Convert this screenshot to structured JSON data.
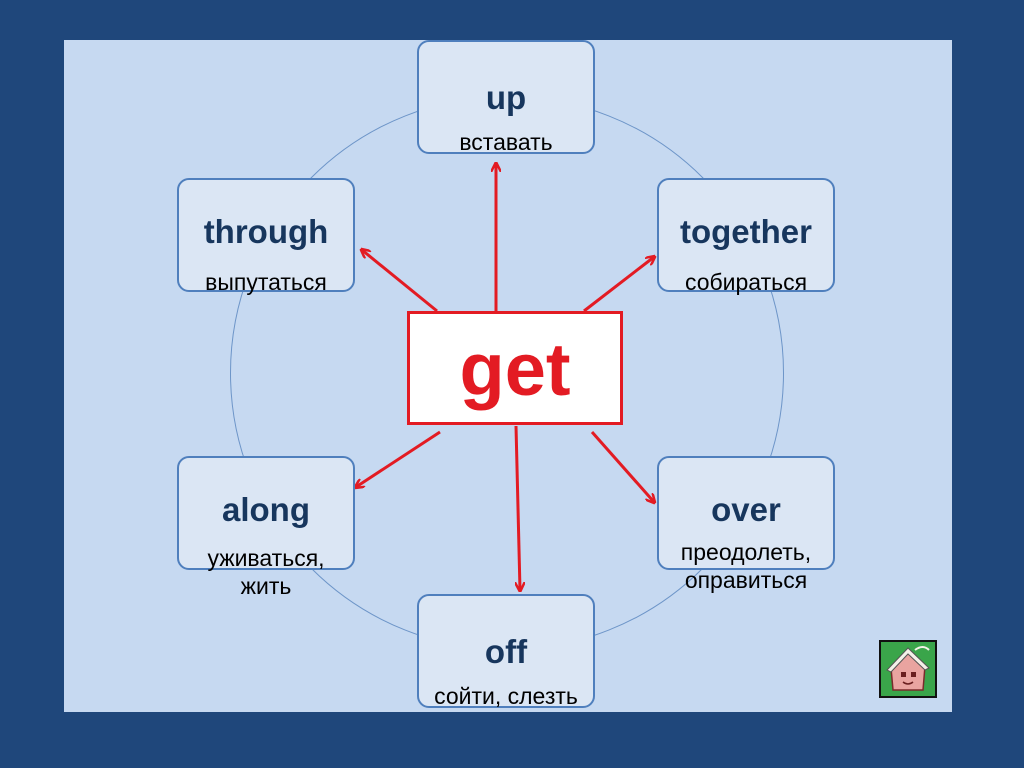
{
  "center_word": "get",
  "cards": [
    {
      "id": "up",
      "word": "up",
      "meaning": [
        "вставать"
      ]
    },
    {
      "id": "together",
      "word": "together",
      "meaning": [
        "собираться"
      ]
    },
    {
      "id": "over",
      "word": "over",
      "meaning": [
        "преодолеть,",
        "оправиться"
      ]
    },
    {
      "id": "off",
      "word": "off",
      "meaning": [
        "сойти, слезть"
      ]
    },
    {
      "id": "along",
      "word": "along",
      "meaning": [
        "уживаться,",
        "жить"
      ]
    },
    {
      "id": "through",
      "word": "through",
      "meaning": [
        "выпутаться"
      ]
    }
  ],
  "colors": {
    "frame": "#1f477b",
    "slide": "#c6d9f1",
    "card_border": "#4f7fbd",
    "word": "#17365d",
    "accent": "#e31b23"
  },
  "icons": {
    "corner": "house-icon"
  }
}
